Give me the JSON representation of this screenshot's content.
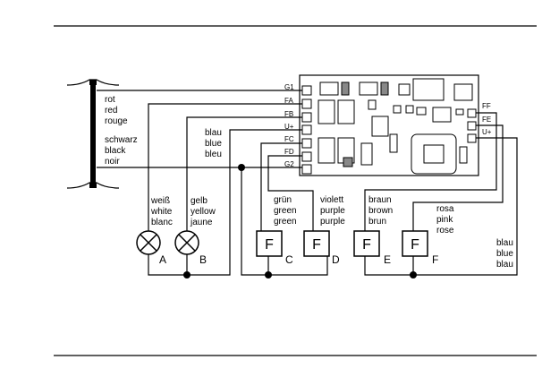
{
  "pins_left": [
    "G1",
    "FA",
    "FB",
    "U+",
    "FC",
    "FD",
    "G2"
  ],
  "pins_right": [
    "FF",
    "FE",
    "U+"
  ],
  "wire_labels": {
    "red": [
      "rot",
      "red",
      "rouge"
    ],
    "black": [
      "schwarz",
      "black",
      "noir"
    ],
    "blue_left": [
      "blau",
      "blue",
      "bleu"
    ],
    "white": [
      "weiß",
      "white",
      "blanc"
    ],
    "yellow": [
      "gelb",
      "yellow",
      "jaune"
    ],
    "green": [
      "grün",
      "green",
      "green"
    ],
    "violet": [
      "violett",
      "purple",
      "purple"
    ],
    "brown": [
      "braun",
      "brown",
      "brun"
    ],
    "pink": [
      "rosa",
      "pink",
      "rose"
    ],
    "blue_right": [
      "blau",
      "blue",
      "blau"
    ]
  },
  "outputs": [
    "A",
    "B",
    "C",
    "D",
    "E",
    "F"
  ],
  "function_box_label": "F"
}
